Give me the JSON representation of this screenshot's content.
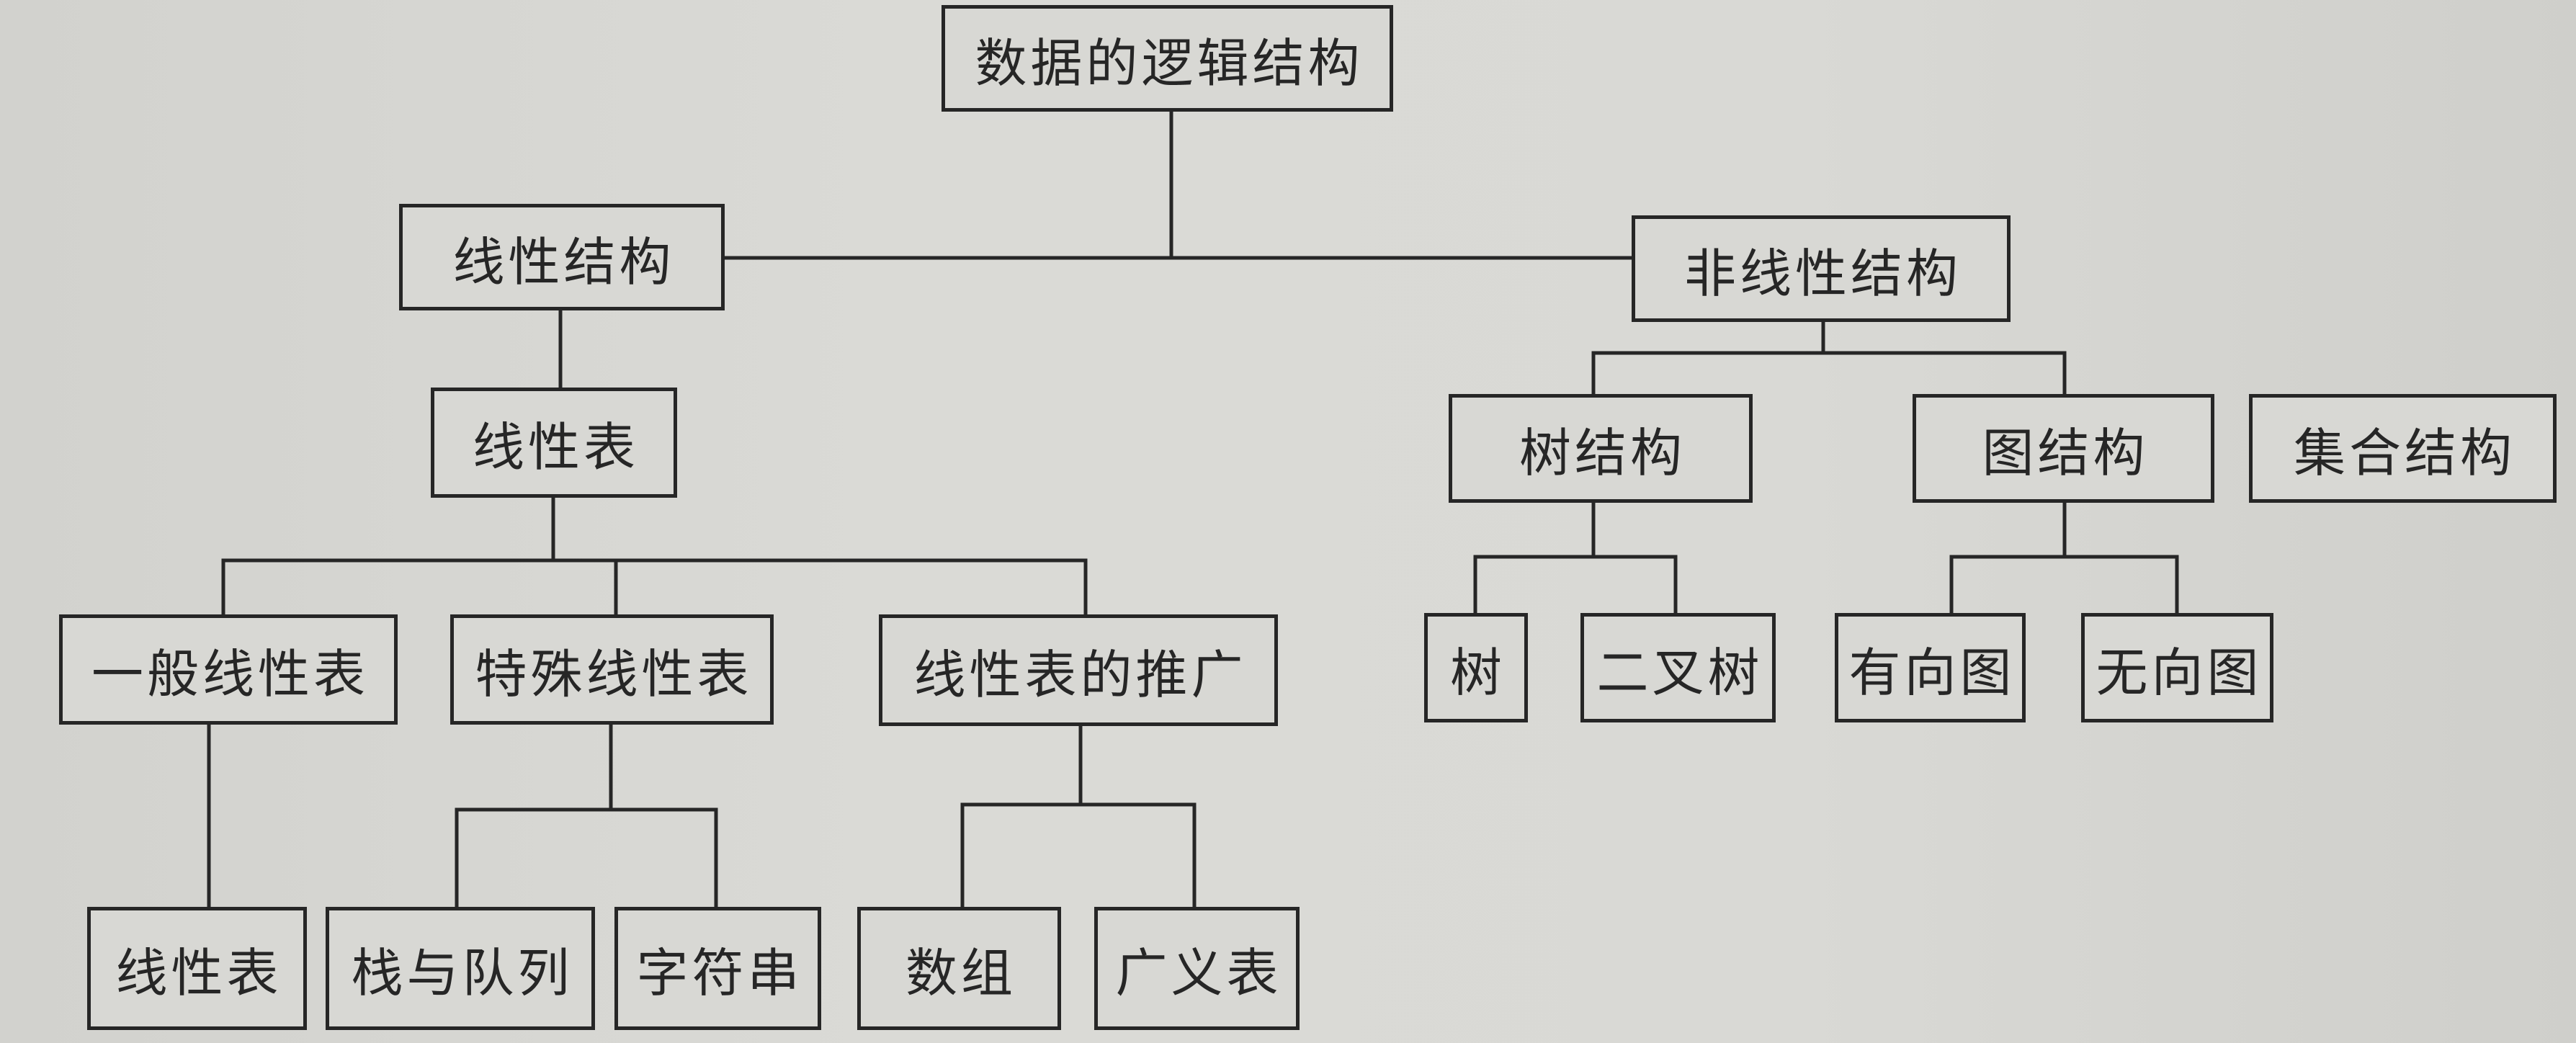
{
  "colors": {
    "paper": "#d8d8d4",
    "ink": "#262626"
  },
  "diagram": {
    "root": "数据的逻辑结构",
    "linear": {
      "label": "线性结构",
      "child": {
        "label": "线性表",
        "children": [
          {
            "label": "一般线性表",
            "children": [
              "线性表"
            ]
          },
          {
            "label": "特殊线性表",
            "children": [
              "栈与队列",
              "字符串"
            ]
          },
          {
            "label": "线性表的推广",
            "children": [
              "数组",
              "广义表"
            ]
          }
        ]
      }
    },
    "nonlinear": {
      "label": "非线性结构",
      "children": [
        {
          "label": "树结构",
          "children": [
            "树",
            "二叉树"
          ]
        },
        {
          "label": "图结构",
          "children": [
            "有向图",
            "无向图"
          ]
        },
        {
          "label": "集合结构"
        }
      ]
    }
  }
}
